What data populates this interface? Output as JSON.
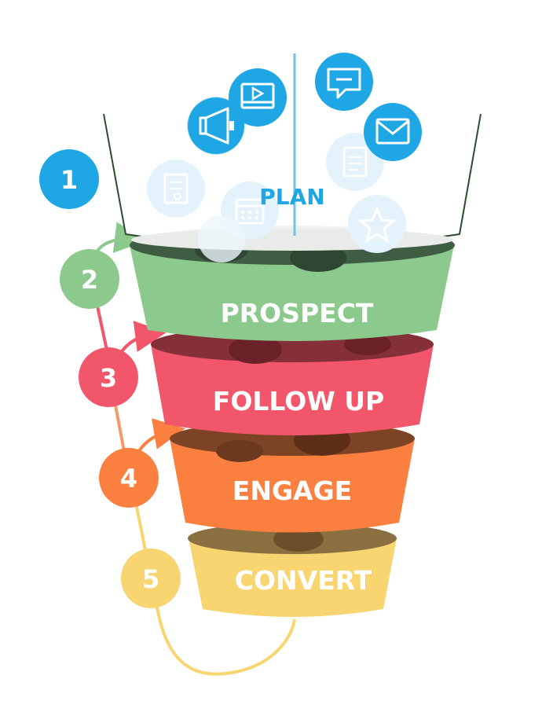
{
  "stages": [
    {
      "number": "1",
      "label": "PLAN",
      "color": "#1ea7e4"
    },
    {
      "number": "2",
      "label": "PROSPECT",
      "color": "#8cc98d"
    },
    {
      "number": "3",
      "label": "FOLLOW UP",
      "color": "#f2566a"
    },
    {
      "number": "4",
      "label": "ENGAGE",
      "color": "#fb7f3f"
    },
    {
      "number": "5",
      "label": "CONVERT",
      "color": "#f9d572"
    }
  ],
  "icons": [
    "video-play-icon",
    "chat-bubble-icon",
    "megaphone-icon",
    "envelope-icon",
    "document-icon",
    "file-icon",
    "calendar-icon",
    "star-badge-icon",
    "folder-icon"
  ]
}
